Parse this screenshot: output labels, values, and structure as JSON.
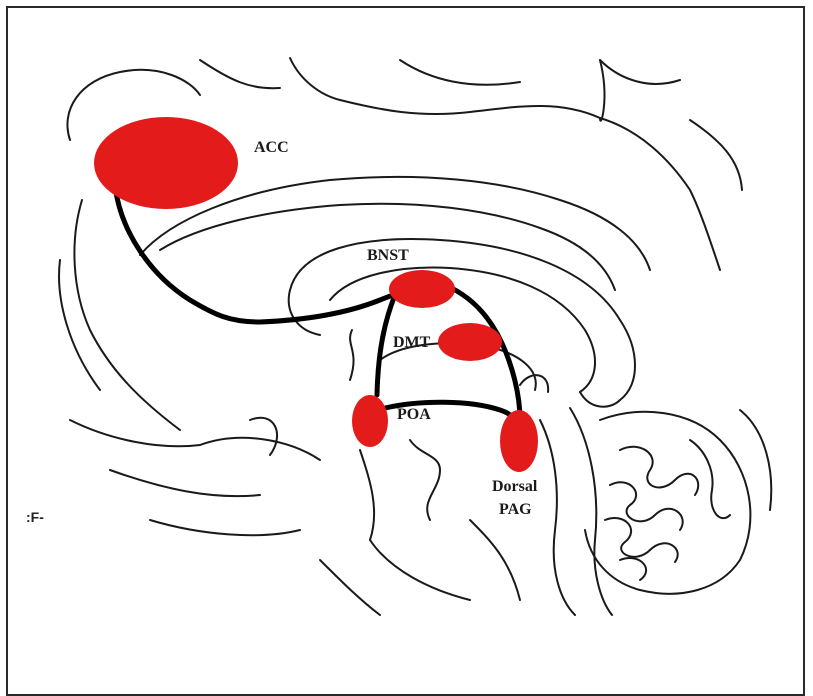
{
  "diagram": {
    "regions": [
      {
        "id": "acc",
        "label": "ACC"
      },
      {
        "id": "bnst",
        "label": "BNST"
      },
      {
        "id": "dmt",
        "label": "DMT"
      },
      {
        "id": "poa",
        "label": "POA"
      },
      {
        "id": "dorsal-pag",
        "label_line1": "Dorsal",
        "label_line2": "PAG"
      }
    ],
    "stray_mark": ":F-",
    "colors": {
      "region_fill": "#e31b1b",
      "pathway": "#000000",
      "outline": "#1a1a1a"
    }
  }
}
